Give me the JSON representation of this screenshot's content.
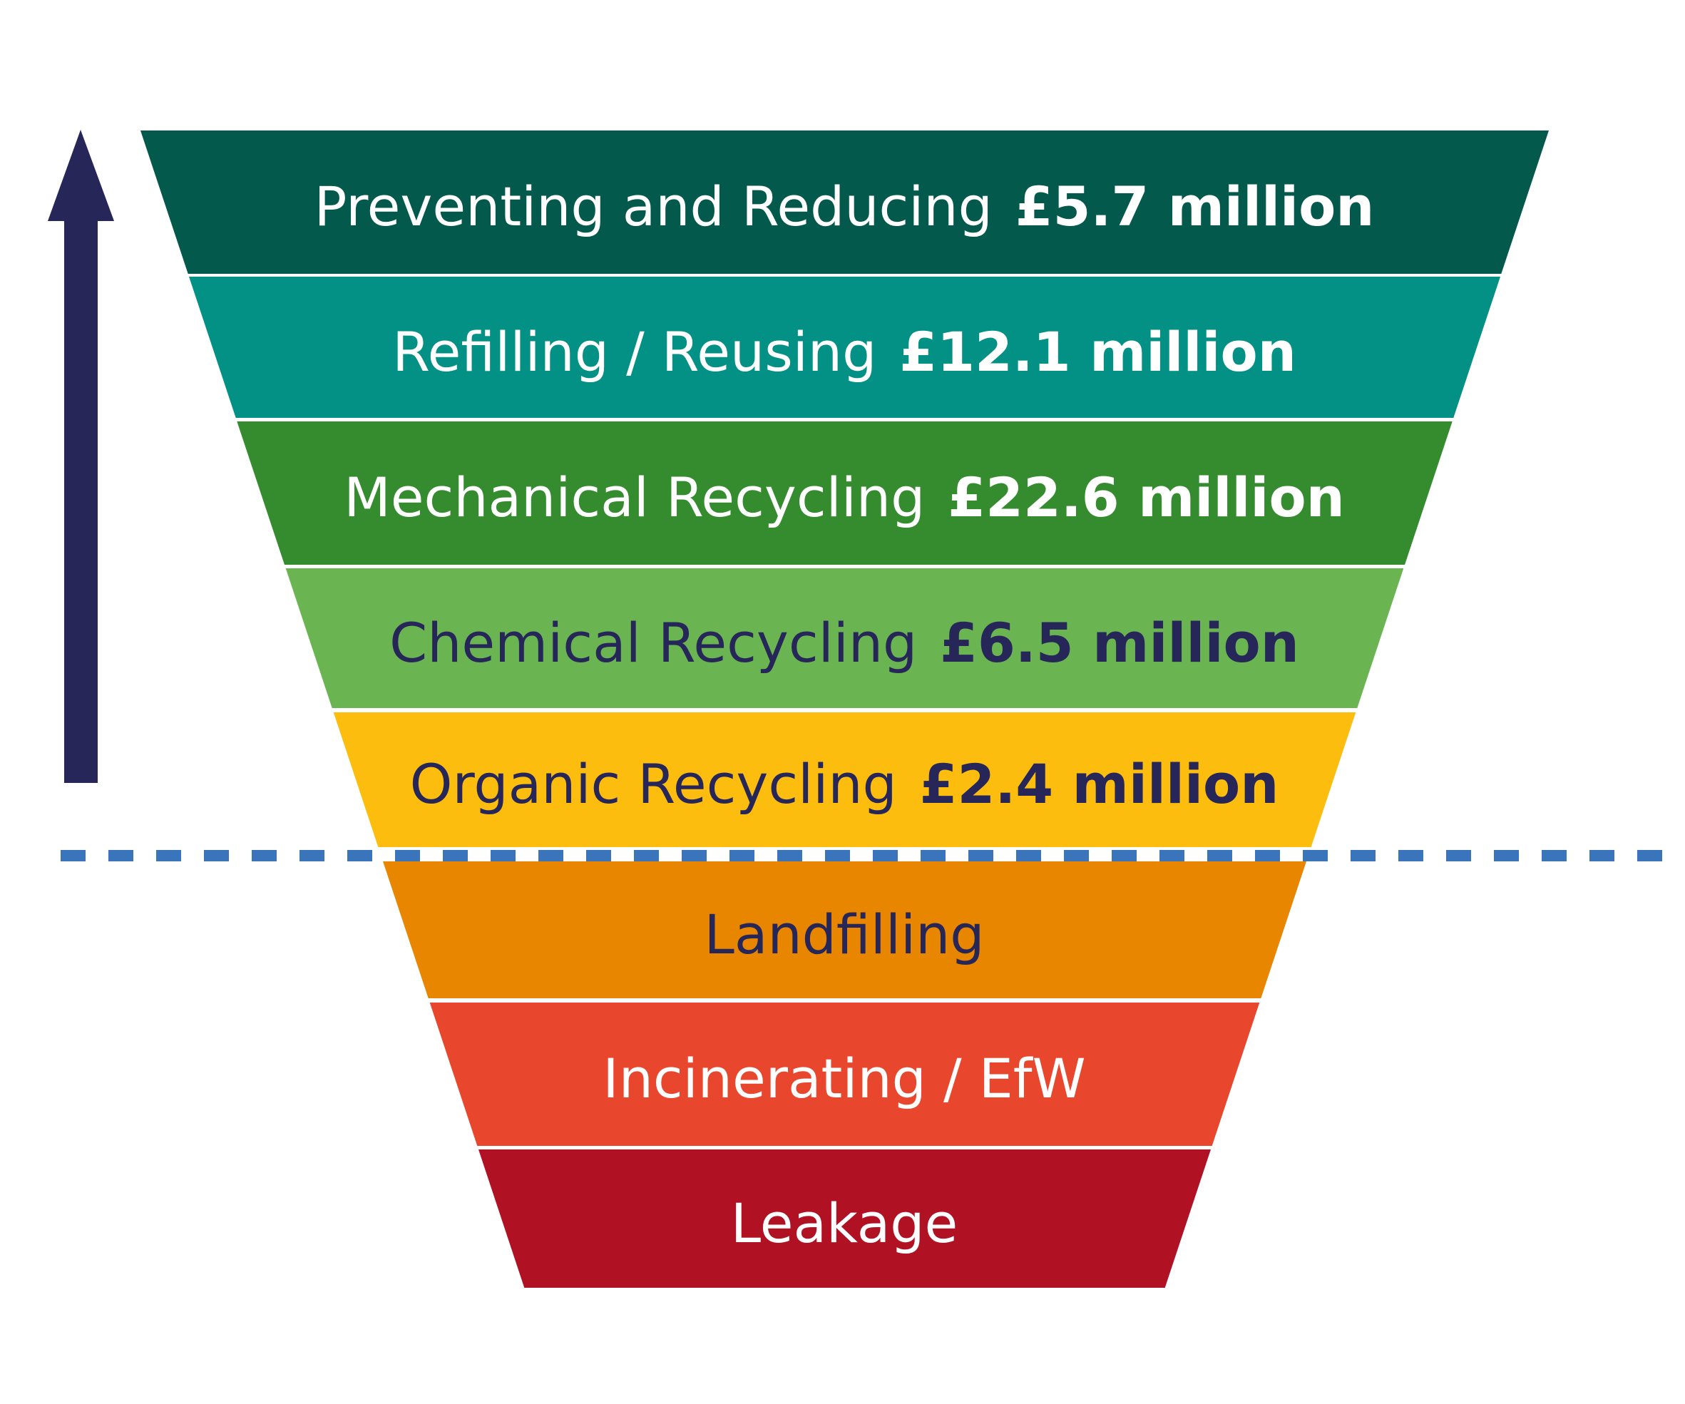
{
  "chart_data": {
    "type": "funnel",
    "description": "Inverted funnel / waste hierarchy with investment amounts, ordered from most to least preferable",
    "unit": "GBP millions",
    "stages": [
      {
        "label": "Preventing and Reducing",
        "value": "£5.7 million",
        "value_millions": 5.7,
        "color": "#03594C",
        "text_color": "#ffffff"
      },
      {
        "label": "Refilling / Reusing",
        "value": "£12.1 million",
        "value_millions": 12.1,
        "color": "#029184",
        "text_color": "#ffffff"
      },
      {
        "label": "Mechanical Recycling",
        "value": "£22.6 million",
        "value_millions": 22.6,
        "color": "#348C2E",
        "text_color": "#ffffff"
      },
      {
        "label": "Chemical Recycling",
        "value": "£6.5 million",
        "value_millions": 6.5,
        "color": "#6AB552",
        "text_color": "#272659"
      },
      {
        "label": "Organic Recycling",
        "value": "£2.4 million",
        "value_millions": 2.4,
        "color": "#FCBD0E",
        "text_color": "#272659"
      },
      {
        "label": "Landfilling",
        "value": "",
        "value_millions": null,
        "color": "#E88600",
        "text_color": "#272659"
      },
      {
        "label": "Incinerating / EfW",
        "value": "",
        "value_millions": null,
        "color": "#E8472E",
        "text_color": "#ffffff"
      },
      {
        "label": "Leakage",
        "value": "",
        "value_millions": null,
        "color": "#B01123",
        "text_color": "#ffffff"
      }
    ],
    "annotations": {
      "up_arrow": {
        "meaning": "direction of preference (upward)",
        "color": "#272659"
      },
      "divider_line": {
        "style": "dashed",
        "color": "#3A75BC",
        "position": "between Organic Recycling and Landfilling"
      }
    },
    "legend": "none",
    "grid": "off"
  }
}
